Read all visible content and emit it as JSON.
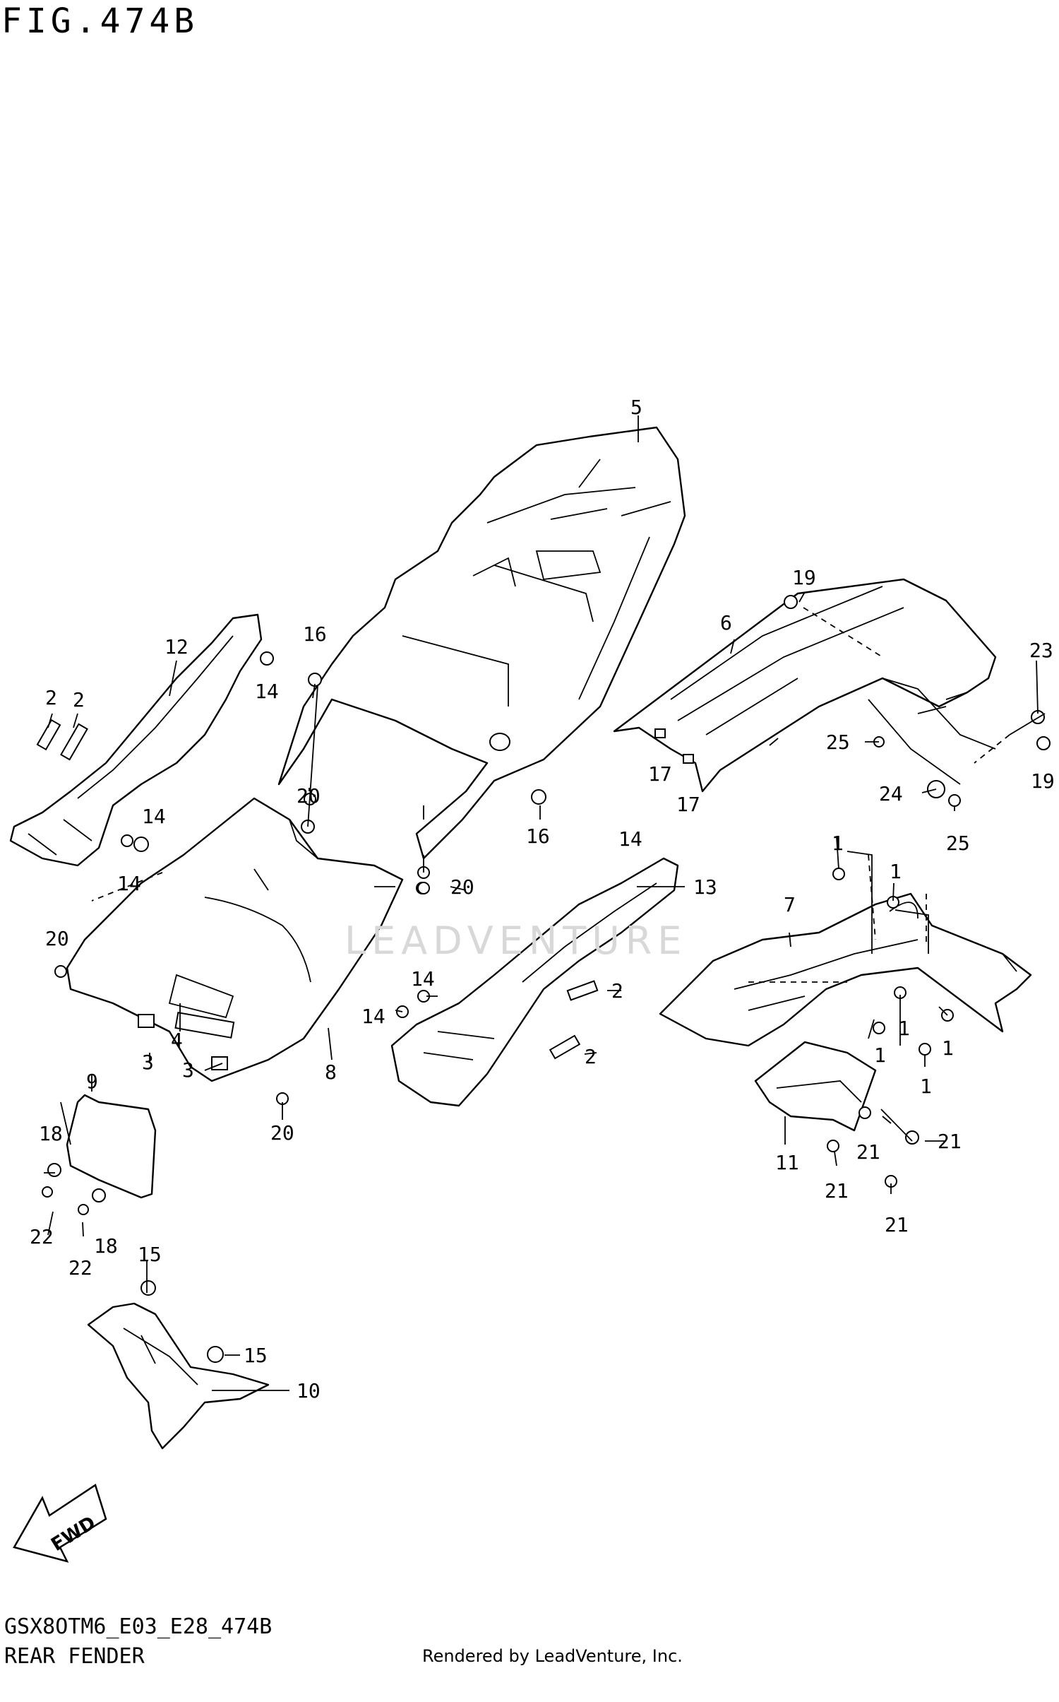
{
  "figure": {
    "title": "FIG.474B",
    "model_code": "GSX8OTM6_E03_E28_474B",
    "section_name": "REAR FENDER",
    "credit": "Rendered by LeadVenture, Inc.",
    "watermark": "LEADVENTURE",
    "direction_label": "FWD"
  },
  "callouts": [
    "5",
    "19",
    "6",
    "23",
    "12",
    "16",
    "2",
    "2",
    "14",
    "14",
    "14",
    "25",
    "17",
    "17",
    "19",
    "24",
    "1",
    "25",
    "1",
    "20",
    "16",
    "14",
    "20",
    "13",
    "7",
    "20",
    "2",
    "14",
    "14",
    "2",
    "1",
    "1",
    "1",
    "1",
    "4",
    "3",
    "3",
    "8",
    "9",
    "11",
    "21",
    "21",
    "18",
    "20",
    "21",
    "21",
    "22",
    "22",
    "18",
    "15",
    "15",
    "10"
  ]
}
